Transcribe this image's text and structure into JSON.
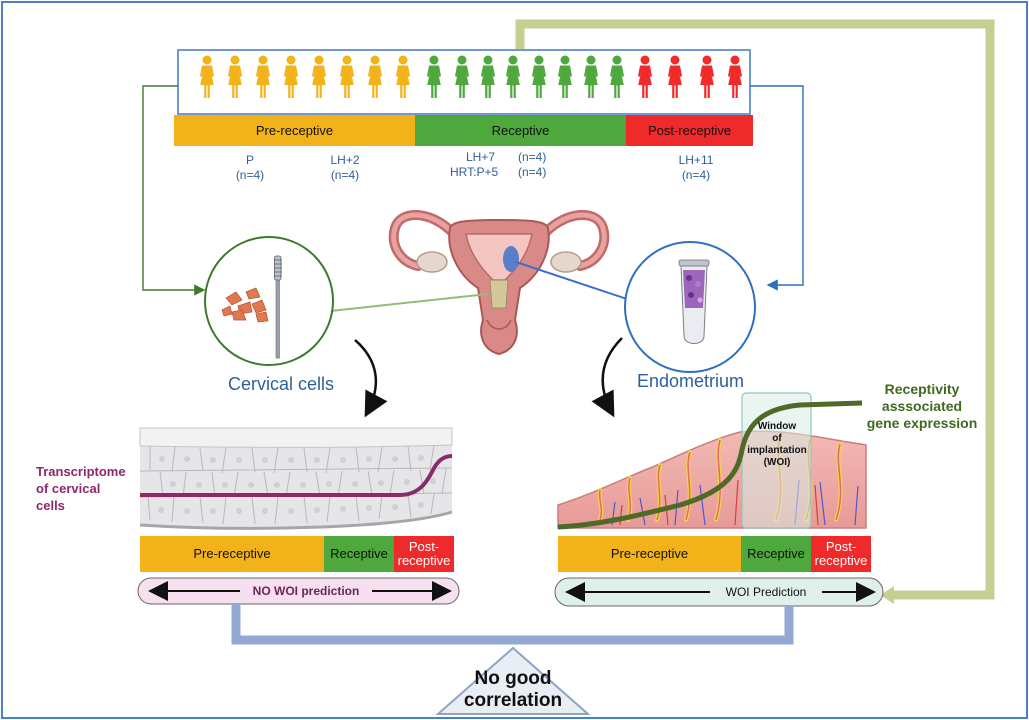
{
  "top_bar": {
    "pre": "Pre-receptive",
    "rec": "Receptive",
    "post": "Post-receptive"
  },
  "groups": {
    "p": "P",
    "p_n": "(n=4)",
    "lh2": "LH+2",
    "lh2_n": "(n=4)",
    "lh7": "LH+7",
    "lh7_n": "(n=4)",
    "hrt": "HRT:P+5",
    "hrt_n": "(n=4)",
    "lh11": "LH+11",
    "lh11_n": "(n=4)"
  },
  "samples": {
    "cervical": "Cervical cells",
    "endometrium": "Endometrium"
  },
  "left_panel": {
    "label_line1": "Transcriptome",
    "label_line2": "of cervical",
    "label_line3": "cells",
    "pre": "Pre-receptive",
    "rec": "Receptive",
    "post_line1": "Post-",
    "post_line2": "receptive",
    "prediction": "NO WOI prediction"
  },
  "right_panel": {
    "label_line1": "Receptivity",
    "label_line2": "asssociated",
    "label_line3": "gene expression",
    "woi_line1": "Window",
    "woi_line2": "of",
    "woi_line3": "implantation",
    "woi_line4": "(WOI)",
    "pre": "Pre-receptive",
    "rec": "Receptive",
    "post_line1": "Post-",
    "post_line2": "receptive",
    "prediction": "WOI Prediction"
  },
  "conclusion": {
    "line1": "No good",
    "line2": "correlation"
  },
  "colors": {
    "pre": "#f2b31a",
    "rec": "#4ea83d",
    "post": "#ee2a2a",
    "frame": "#4a7fc0",
    "feedback": "#c5cf92",
    "scale": "#93a9d4",
    "cervical_line": "#8b2a6a",
    "endo_line": "#4d6a26"
  }
}
